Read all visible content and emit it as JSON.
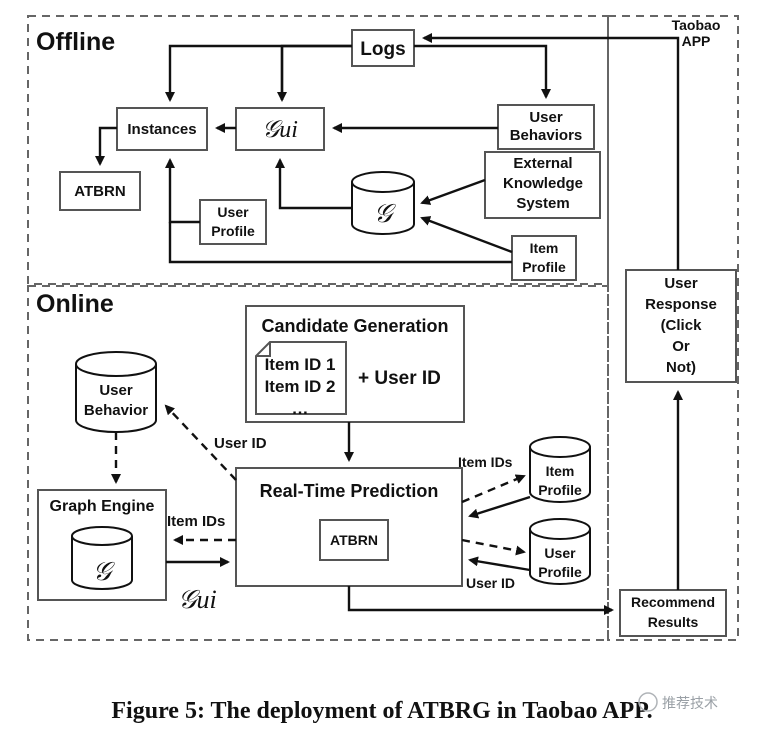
{
  "regions": {
    "offline": "Offline",
    "online": "Online",
    "app": "Taobao\nAPP"
  },
  "offline": {
    "logs": "Logs",
    "instances": "Instances",
    "gui": "𝒢ui",
    "user_behaviors": "User\nBehaviors",
    "external_knowledge": "External\nKnowledge\nSystem",
    "graph": "𝒢",
    "user_profile": "User\nProfile",
    "item_profile": "Item\nProfile",
    "atbrn": "ATBRN"
  },
  "online": {
    "candidate_generation": "Candidate Generation",
    "item_ids": "Item ID 1\nItem ID 2\n…",
    "plus_user_id": "+ User ID",
    "user_behavior_db": "User\nBehavior",
    "user_id_label": "User ID",
    "graph_engine": "Graph Engine",
    "graph_engine_graph": "𝒢",
    "item_ids_label_left": "Item IDs",
    "gui_label": "𝒢ui",
    "realtime_prediction": "Real-Time Prediction",
    "atbrn": "ATBRN",
    "item_ids_label_right": "Item IDs",
    "item_profile_db": "Item\nProfile",
    "user_profile_db": "User\nProfile",
    "user_id_label_right": "User ID",
    "recommend_results": "Recommend\nResults"
  },
  "app": {
    "user_response": "User\nResponse\n(Click\nOr\nNot)"
  },
  "caption": "Figure 5: The deployment of ATBRG in Taobao APP.",
  "watermark": "推荐技术"
}
